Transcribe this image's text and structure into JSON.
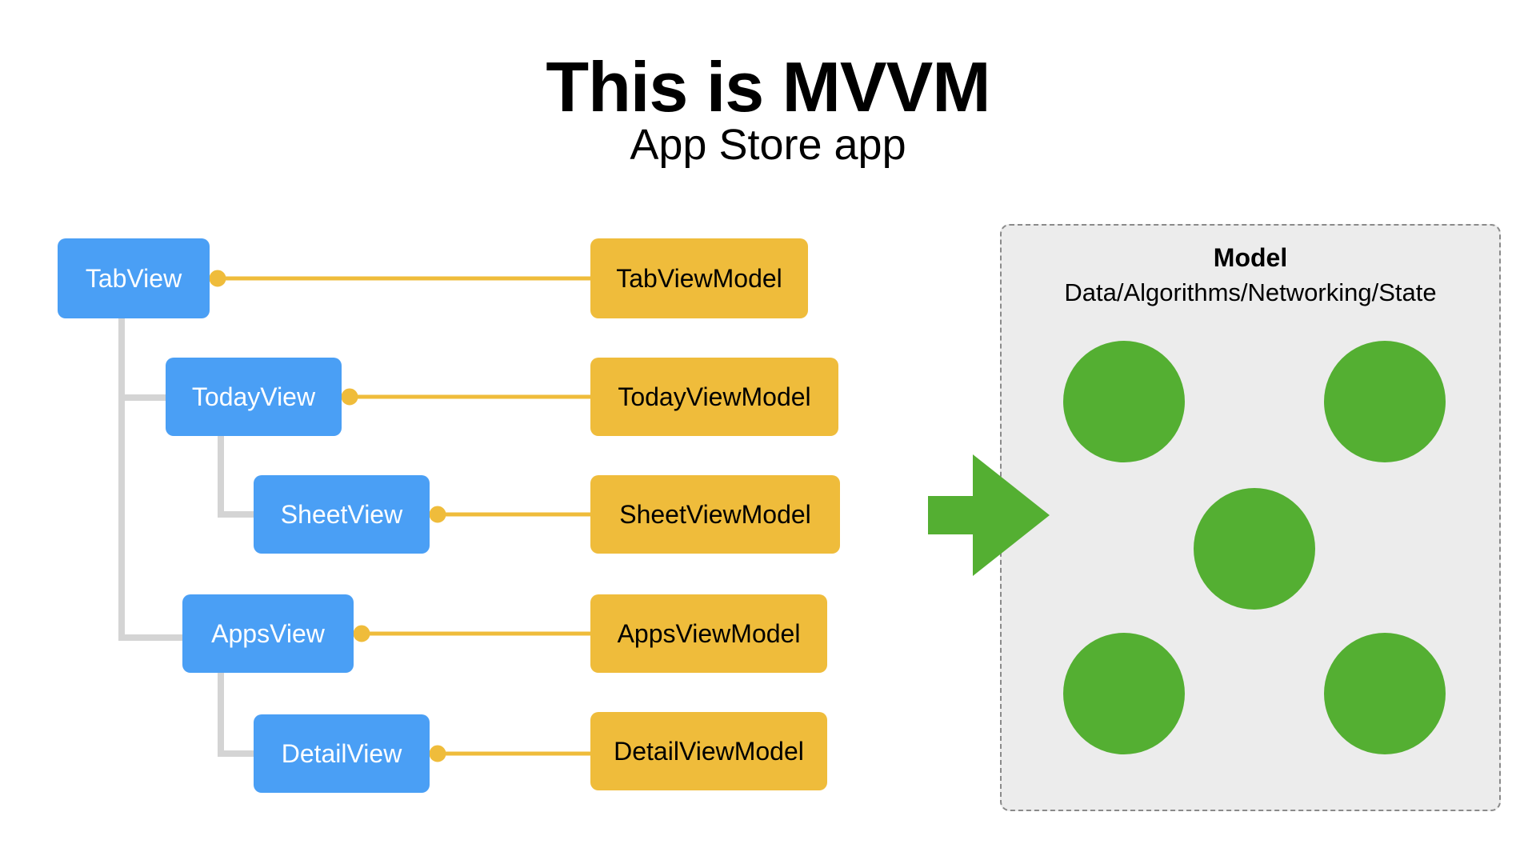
{
  "header": {
    "title": "This is MVVM",
    "subtitle": "App Store app"
  },
  "views": [
    {
      "label": "TabView"
    },
    {
      "label": "TodayView"
    },
    {
      "label": "SheetView"
    },
    {
      "label": "AppsView"
    },
    {
      "label": "DetailView"
    }
  ],
  "view_models": [
    {
      "label": "TabViewModel"
    },
    {
      "label": "TodayViewModel"
    },
    {
      "label": "SheetViewModel"
    },
    {
      "label": "AppsViewModel"
    },
    {
      "label": "DetailViewModel"
    }
  ],
  "model": {
    "title": "Model",
    "description": "Data/Algorithms/Networking/State"
  },
  "colors": {
    "view": "#4a9ff5",
    "view_model": "#efbc3b",
    "model_item": "#54af32",
    "arrow": "#54af32",
    "tree_line": "#d4d4d4",
    "connector": "#efbc3b"
  }
}
